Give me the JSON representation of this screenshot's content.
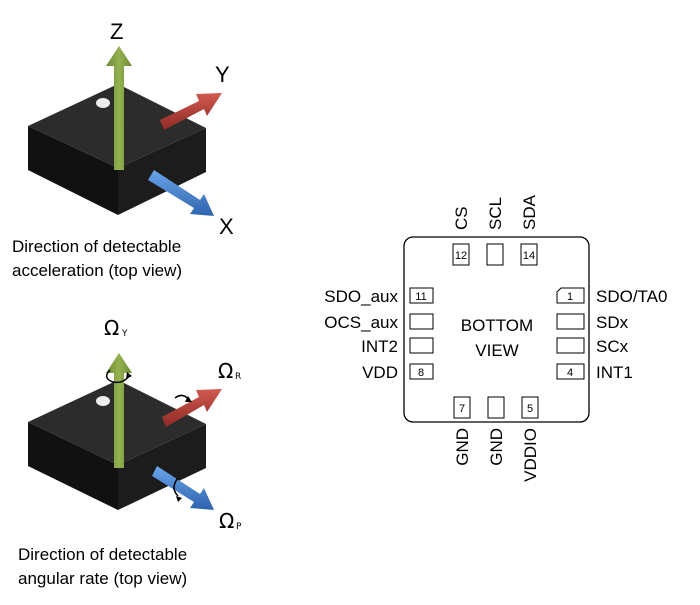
{
  "accel": {
    "axis_z": "Z",
    "axis_y": "Y",
    "axis_x": "X",
    "caption_line1": "Direction of detectable",
    "caption_line2": "acceleration (top view)"
  },
  "gyro": {
    "omega_y": "Ω",
    "omega_y_sub": "Y",
    "omega_r": "Ω",
    "omega_r_sub": "R",
    "omega_p": "Ω",
    "omega_p_sub": "P",
    "caption_line1": "Direction of detectable",
    "caption_line2": "angular rate (top view)"
  },
  "package": {
    "center_line1": "BOTTOM",
    "center_line2": "VIEW",
    "top_labels": [
      "CS",
      "SCL",
      "SDA"
    ],
    "top_pin_numbers": [
      "12",
      "",
      "14"
    ],
    "bottom_labels": [
      "GND",
      "GND",
      "VDDIO"
    ],
    "bottom_pin_numbers": [
      "7",
      "",
      "5"
    ],
    "left_labels": [
      "SDO_aux",
      "OCS_aux",
      "INT2",
      "VDD"
    ],
    "left_pin_numbers": [
      "11",
      "",
      "",
      "8"
    ],
    "right_labels": [
      "SDO/TA0",
      "SDx",
      "SCx",
      "INT1"
    ],
    "right_pin_numbers": [
      "1",
      "",
      "",
      "4"
    ]
  },
  "colors": {
    "green_arrow": "#7f9f3f",
    "red_arrow": "#b23a32",
    "blue_arrow": "#3f80d0",
    "chip_top": "#2a2a2a",
    "chip_side": "#0e0e0e"
  }
}
